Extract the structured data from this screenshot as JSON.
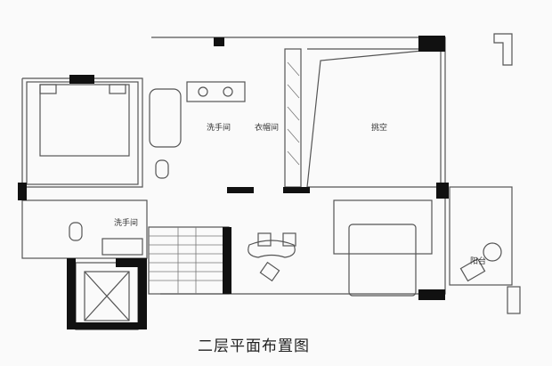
{
  "rooms": {
    "bathroom_1": "洗手间",
    "cloakroom": "衣帽间",
    "void": "挑空",
    "bathroom_2": "洗手间",
    "balcony": "阳台"
  },
  "title": "二层平面布置图",
  "colors": {
    "wall": "#111111",
    "line": "#555555",
    "background": "#fafafa"
  }
}
